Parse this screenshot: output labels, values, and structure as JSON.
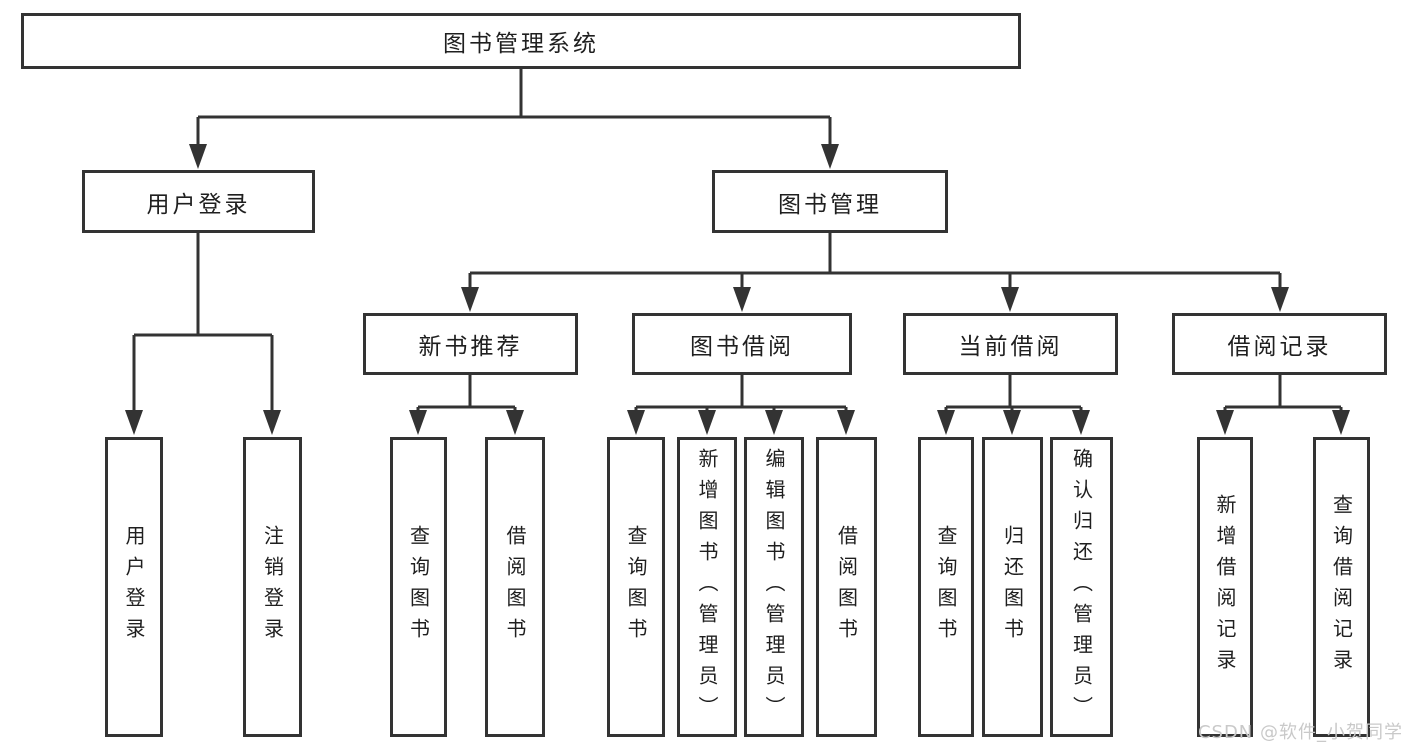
{
  "colors": {
    "line": "#333333",
    "text": "#1f1f1f",
    "watermark": "#c9c9c9",
    "background": "#ffffff"
  },
  "tree": {
    "label": "图书管理系统",
    "children": [
      {
        "label": "用户登录",
        "children": [
          {
            "label": "用户登录"
          },
          {
            "label": "注销登录"
          }
        ]
      },
      {
        "label": "图书管理",
        "children": [
          {
            "label": "新书推荐",
            "children": [
              {
                "label": "查询图书"
              },
              {
                "label": "借阅图书"
              }
            ]
          },
          {
            "label": "图书借阅",
            "children": [
              {
                "label": "查询图书"
              },
              {
                "label": "新增图书（管理员）"
              },
              {
                "label": "编辑图书（管理员）"
              },
              {
                "label": "借阅图书"
              }
            ]
          },
          {
            "label": "当前借阅",
            "children": [
              {
                "label": "查询图书"
              },
              {
                "label": "归还图书"
              },
              {
                "label": "确认归还（管理员）"
              }
            ]
          },
          {
            "label": "借阅记录",
            "children": [
              {
                "label": "新增借阅记录"
              },
              {
                "label": "查询借阅记录"
              }
            ]
          }
        ]
      }
    ]
  },
  "watermark": "CSDN @软件_小贺同学"
}
